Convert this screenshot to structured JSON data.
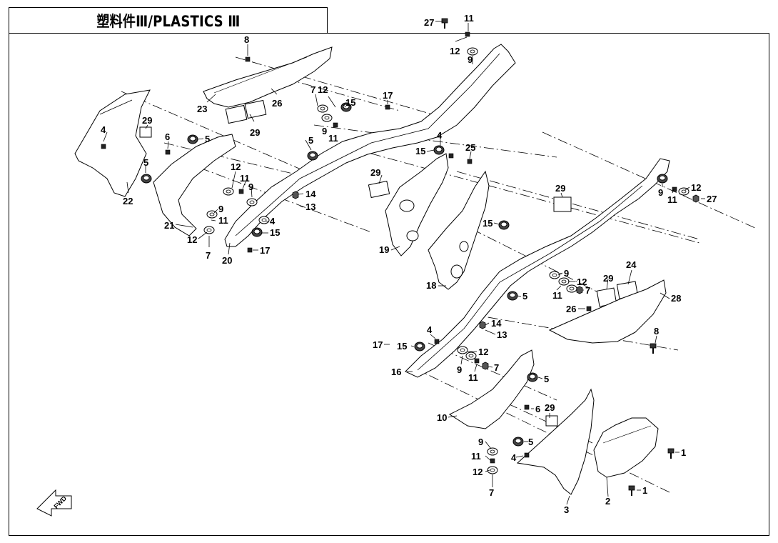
{
  "title": "塑料件Ⅲ/PLASTICS Ⅲ",
  "direction_marker": "FWD",
  "callouts": [
    {
      "n": "27"
    },
    {
      "n": "11"
    },
    {
      "n": "12"
    },
    {
      "n": "9"
    },
    {
      "n": "8"
    },
    {
      "n": "23"
    },
    {
      "n": "26"
    },
    {
      "n": "29"
    },
    {
      "n": "7"
    },
    {
      "n": "12"
    },
    {
      "n": "15"
    },
    {
      "n": "9"
    },
    {
      "n": "11"
    },
    {
      "n": "17"
    },
    {
      "n": "29"
    },
    {
      "n": "4"
    },
    {
      "n": "6"
    },
    {
      "n": "5"
    },
    {
      "n": "5"
    },
    {
      "n": "5"
    },
    {
      "n": "22"
    },
    {
      "n": "12"
    },
    {
      "n": "11"
    },
    {
      "n": "9"
    },
    {
      "n": "14"
    },
    {
      "n": "13"
    },
    {
      "n": "9"
    },
    {
      "n": "11"
    },
    {
      "n": "4"
    },
    {
      "n": "15"
    },
    {
      "n": "21"
    },
    {
      "n": "12"
    },
    {
      "n": "7"
    },
    {
      "n": "20"
    },
    {
      "n": "17"
    },
    {
      "n": "4"
    },
    {
      "n": "15"
    },
    {
      "n": "25"
    },
    {
      "n": "29"
    },
    {
      "n": "19"
    },
    {
      "n": "29"
    },
    {
      "n": "9"
    },
    {
      "n": "11"
    },
    {
      "n": "12"
    },
    {
      "n": "27"
    },
    {
      "n": "15"
    },
    {
      "n": "18"
    },
    {
      "n": "24"
    },
    {
      "n": "9"
    },
    {
      "n": "12"
    },
    {
      "n": "7"
    },
    {
      "n": "11"
    },
    {
      "n": "29"
    },
    {
      "n": "28"
    },
    {
      "n": "5"
    },
    {
      "n": "26"
    },
    {
      "n": "14"
    },
    {
      "n": "13"
    },
    {
      "n": "4"
    },
    {
      "n": "17"
    },
    {
      "n": "15"
    },
    {
      "n": "12"
    },
    {
      "n": "9"
    },
    {
      "n": "7"
    },
    {
      "n": "11"
    },
    {
      "n": "16"
    },
    {
      "n": "8"
    },
    {
      "n": "5"
    },
    {
      "n": "29"
    },
    {
      "n": "6"
    },
    {
      "n": "10"
    },
    {
      "n": "9"
    },
    {
      "n": "5"
    },
    {
      "n": "11"
    },
    {
      "n": "12"
    },
    {
      "n": "4"
    },
    {
      "n": "7"
    },
    {
      "n": "1"
    },
    {
      "n": "1"
    },
    {
      "n": "2"
    },
    {
      "n": "3"
    }
  ]
}
